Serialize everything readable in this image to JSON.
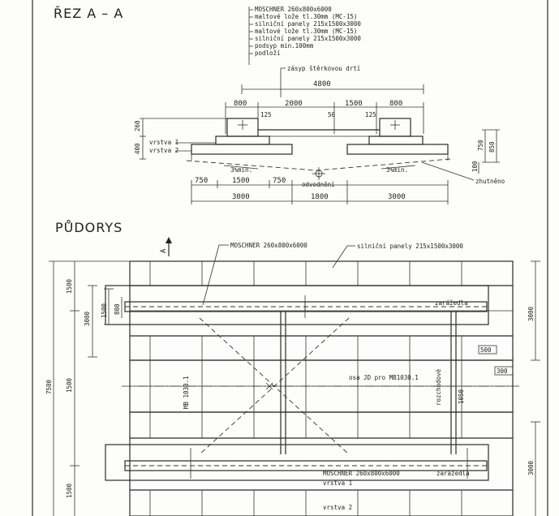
{
  "section_title": "ŘEZ A – A",
  "plan_title": "PŮDORYS",
  "layers": [
    "MOSCHNER 260x800x6000",
    "maltové lože tl.30mm (MC-15)",
    "silniční panely 215x1500x3000",
    "maltové lože tl.30mm (MC-15)",
    "silniční panely 215x1500x3000",
    "podsyp min.100mm",
    "podloží"
  ],
  "notes": {
    "backfill": "zásyp štěrkovou drtí",
    "layer1": "vrstva 1",
    "layer2": "vrstva 2",
    "slope_left": "3%min.",
    "slope_right": "3%min.",
    "drainage": "odvodnění",
    "compacted": "zhutněno",
    "moschner_plan": "MOSCHNER 260x800x6000",
    "panels_plan": "silniční panely 215x1500x3000",
    "stop_top": "zarážedla",
    "stop_bottom": "zarážedla",
    "axis_label": "osa JD pro MB1030.1",
    "spacing_label": "rozchodové",
    "mb_label": "MB 1030.1",
    "moschner_plan_bottom": "MOSCHNER 260x800x6000",
    "vrstva1_plan": "vrstva 1",
    "vrstva2_plan": "vrstva 2",
    "section_mark": "A"
  },
  "dims": {
    "d4800": "4800",
    "d800a": "800",
    "d2000": "2000",
    "d1500": "1500",
    "d800b": "800",
    "d125a": "125",
    "d50": "50",
    "d125b": "125",
    "d260": "260",
    "d400": "400",
    "d750v": "750",
    "d850": "850",
    "d100": "100",
    "d750a": "750",
    "d1500b": "1500",
    "d750b": "750",
    "d3000a": "3000",
    "d1800": "1800",
    "d3000b": "3000",
    "p1500a": "1500",
    "p3000a": "3000",
    "p1500b": "1500",
    "p800": "800",
    "p3000r": "3000",
    "p500": "500",
    "p300": "300",
    "p7500": "7500",
    "p3000r2": "3000",
    "p1500c": "1500",
    "p1050": "1050"
  }
}
